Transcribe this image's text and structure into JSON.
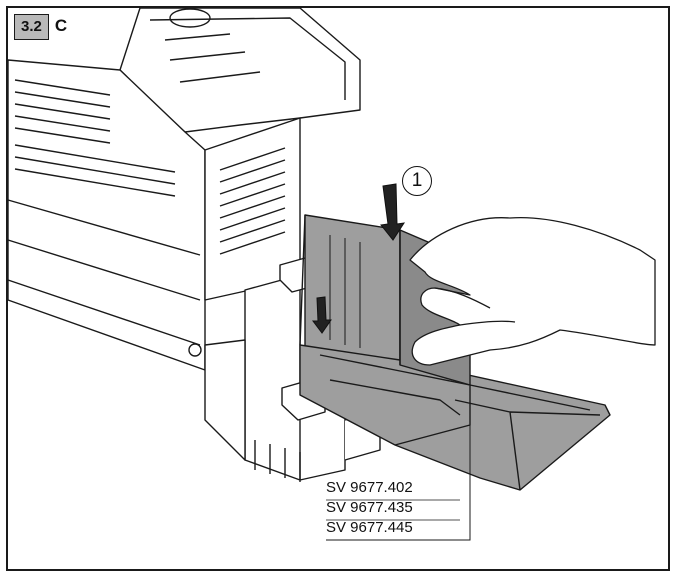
{
  "figure": {
    "section_number": "3.2",
    "step_letter": "C",
    "step_callout": "1",
    "part_numbers": [
      "SV 9677.402",
      "SV 9677.435",
      "SV 9677.445"
    ]
  },
  "colors": {
    "line": "#1a1a1a",
    "cover_gray": "#9e9e9e",
    "cover_dark": "#7d7d7d",
    "badge_gray": "#b9b9b9",
    "background": "#ffffff"
  },
  "icons": {
    "arrow": "down-arrow-icon",
    "hand": "hand-icon"
  }
}
